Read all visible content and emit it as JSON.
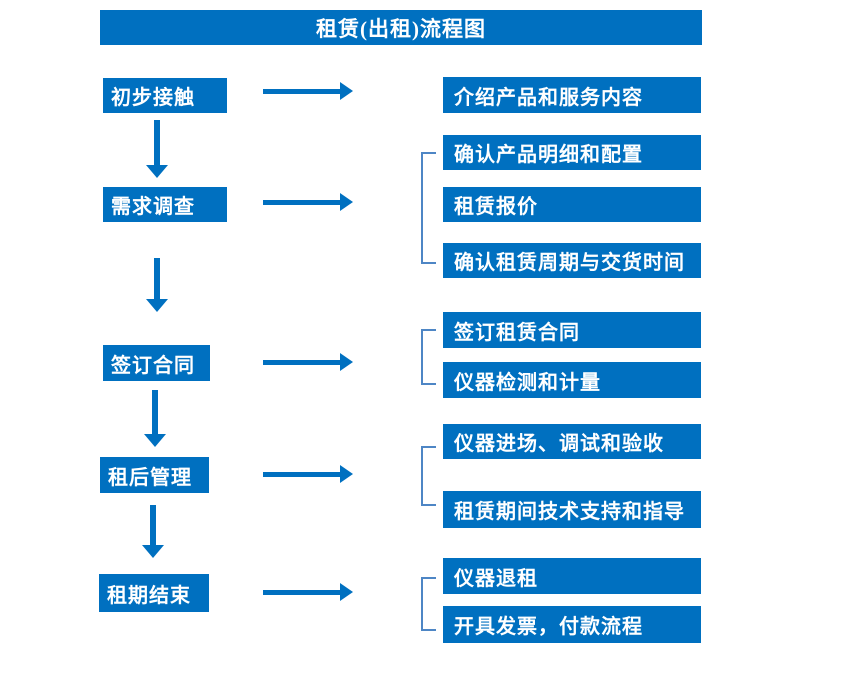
{
  "title": "租赁(出租)流程图",
  "colors": {
    "primary_blue": "#0070C0",
    "bracket_blue": "#4E86C5",
    "text": "#FFFFFF",
    "background": "#FFFFFF"
  },
  "steps": [
    {
      "label": "初步接触",
      "outputs": [
        "介绍产品和服务内容"
      ]
    },
    {
      "label": "需求调查",
      "outputs": [
        "确认产品明细和配置",
        "租赁报价",
        "确认租赁周期与交货时间"
      ]
    },
    {
      "label": "签订合同",
      "outputs": [
        "签订租赁合同",
        "仪器检测和计量"
      ]
    },
    {
      "label": "租后管理",
      "outputs": [
        "仪器进场、调试和验收",
        "租赁期间技术支持和指导"
      ]
    },
    {
      "label": "租期结束",
      "outputs": [
        "仪器退租",
        "开具发票，付款流程"
      ]
    }
  ]
}
